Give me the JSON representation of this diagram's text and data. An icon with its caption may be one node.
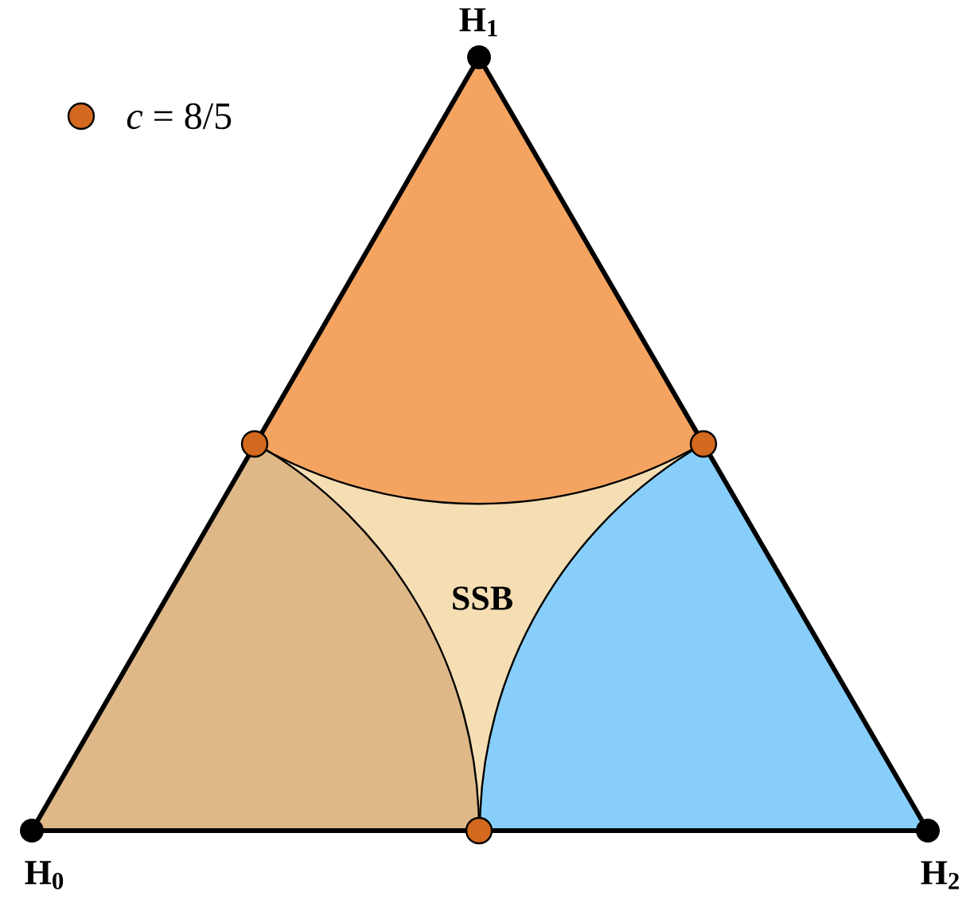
{
  "diagram": {
    "labels": [
      "H$_{1}$",
      "SSB",
      "H$_{0}$",
      "H$_{2}$"
    ],
    "legend": [
      {
        "text": "*c* = 8/5",
        "color": "#d2691e"
      }
    ]
  }
}
